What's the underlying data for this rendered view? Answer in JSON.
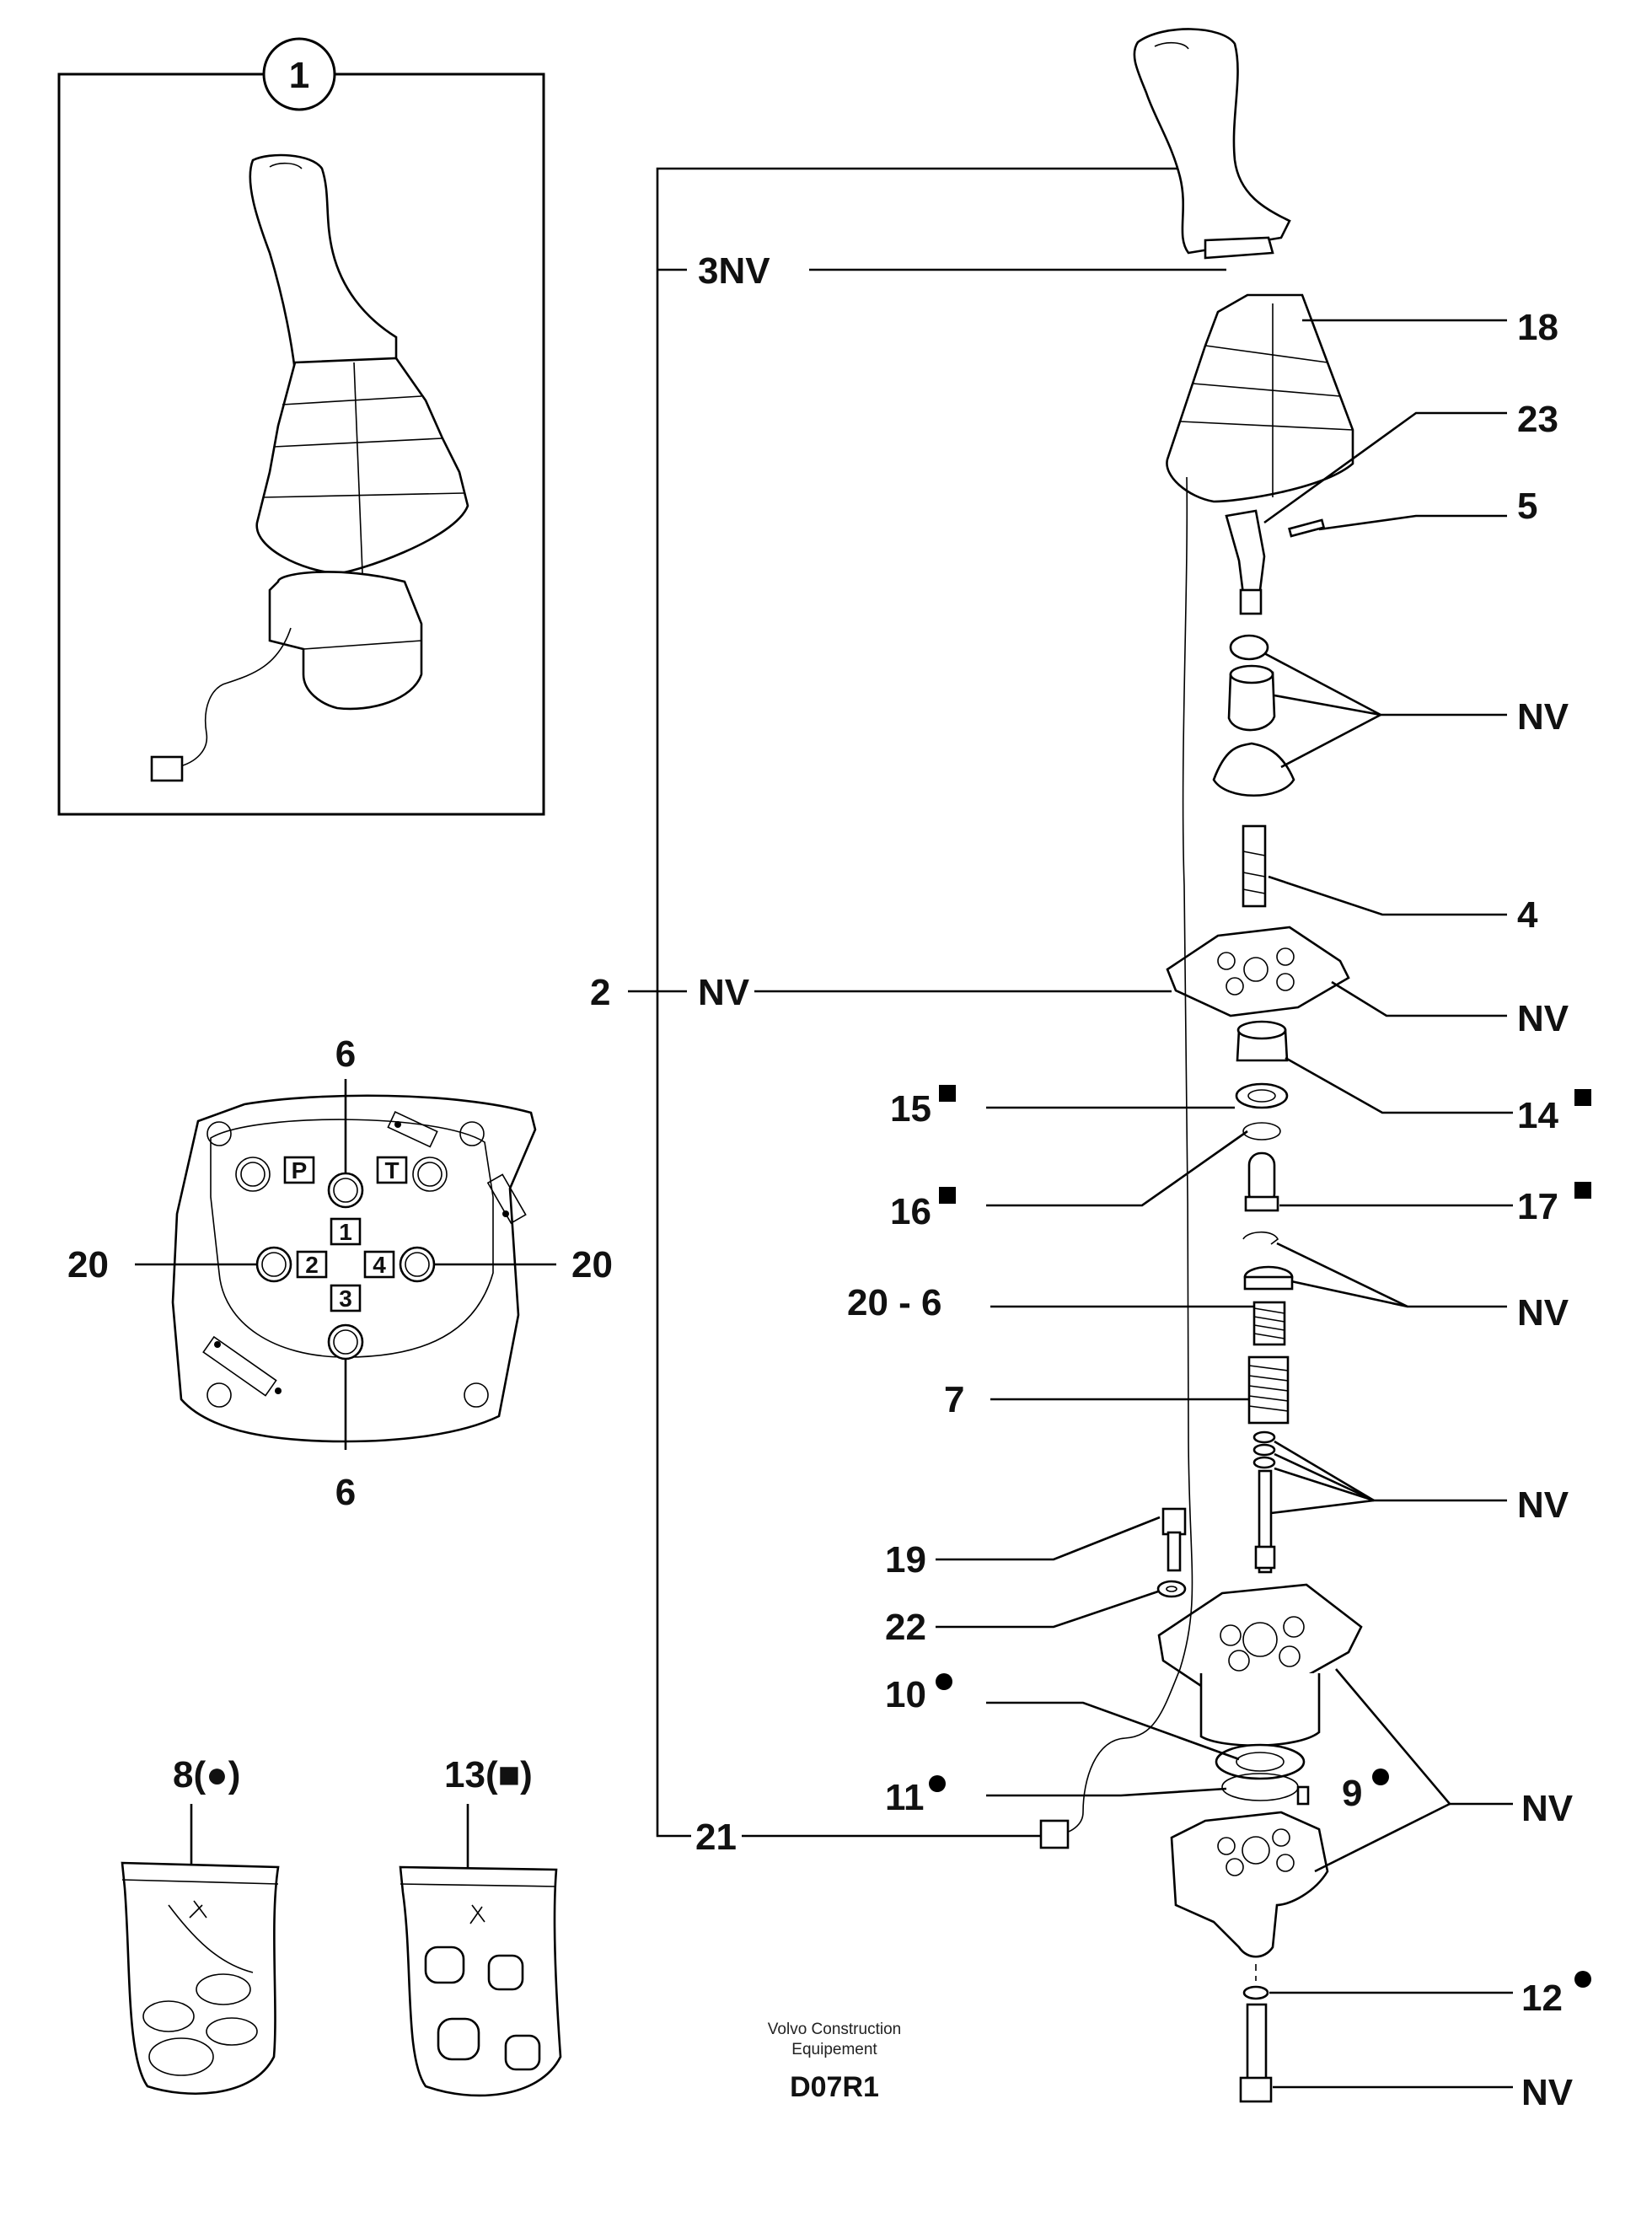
{
  "inset": {
    "ref": "1"
  },
  "bracket": {
    "top": "3NV",
    "mid_ref": "2",
    "mid": "NV",
    "bottom": "21"
  },
  "callouts": [
    {
      "id": "c18",
      "text": "18"
    },
    {
      "id": "c23",
      "text": "23"
    },
    {
      "id": "c5",
      "text": "5"
    },
    {
      "id": "nv1",
      "text": "NV"
    },
    {
      "id": "c4",
      "text": "4"
    },
    {
      "id": "nv2",
      "text": "NV"
    },
    {
      "id": "c15",
      "text": "15",
      "mark": "square"
    },
    {
      "id": "c14",
      "text": "14",
      "mark": "square"
    },
    {
      "id": "c16",
      "text": "16",
      "mark": "square"
    },
    {
      "id": "c17",
      "text": "17",
      "mark": "square"
    },
    {
      "id": "c206",
      "text": "20 - 6"
    },
    {
      "id": "nv3",
      "text": "NV"
    },
    {
      "id": "c7",
      "text": "7"
    },
    {
      "id": "nv4",
      "text": "NV"
    },
    {
      "id": "c19",
      "text": "19"
    },
    {
      "id": "c22",
      "text": "22"
    },
    {
      "id": "c10",
      "text": "10",
      "mark": "dot"
    },
    {
      "id": "c11",
      "text": "11",
      "mark": "dot"
    },
    {
      "id": "c9",
      "text": "9",
      "mark": "dot"
    },
    {
      "id": "nv5",
      "text": "NV"
    },
    {
      "id": "c12",
      "text": "12",
      "mark": "dot"
    },
    {
      "id": "nv6",
      "text": "NV"
    }
  ],
  "port_view": {
    "top": "6",
    "bottom": "6",
    "left": "20",
    "right": "20",
    "ports": [
      "P",
      "T",
      "1",
      "2",
      "3",
      "4"
    ]
  },
  "kits": [
    {
      "label": "8(●)"
    },
    {
      "label": "13(■)"
    }
  ],
  "footer": {
    "caption_line1": "Volvo Construction",
    "caption_line2": "Equipement",
    "code": "D07R1"
  }
}
